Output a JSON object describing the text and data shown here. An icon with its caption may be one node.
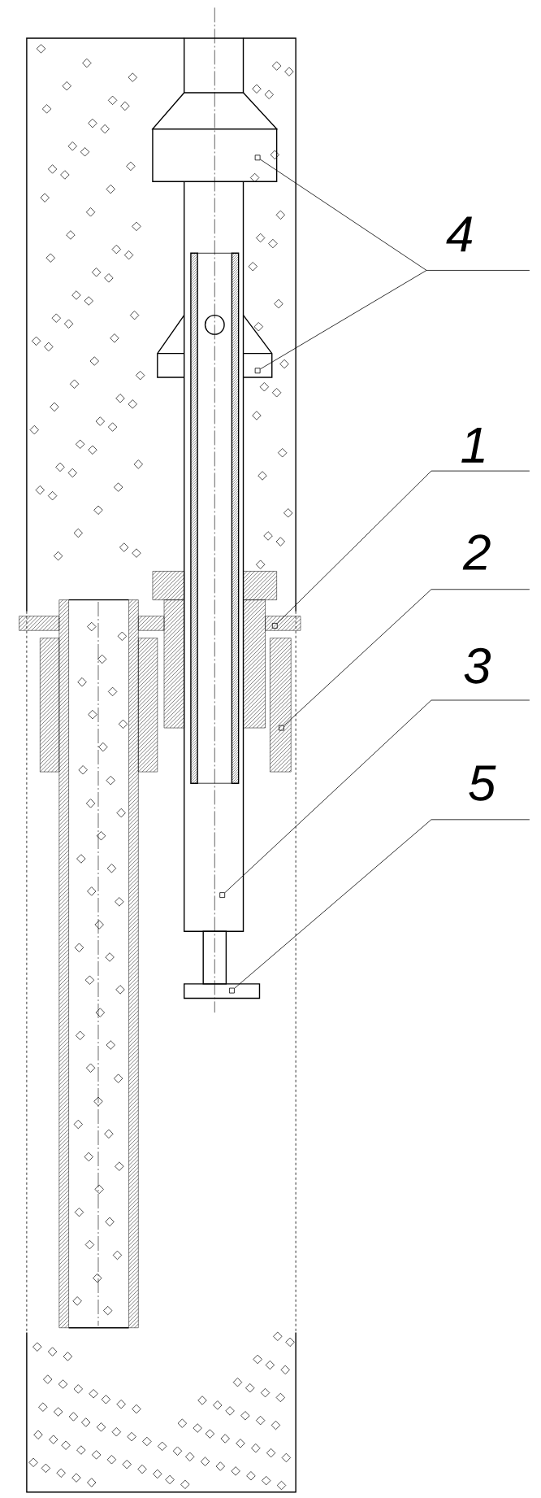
{
  "diagram": {
    "nodes": [
      {
        "text": [
          "4"
        ]
      },
      {
        "text": [
          "1"
        ]
      },
      {
        "text": [
          "2"
        ]
      },
      {
        "text": [
          "3"
        ]
      },
      {
        "text": [
          "5"
        ]
      },
      {
        "text": [],
        "shape": "box"
      },
      {
        "text": [],
        "shape": "box"
      },
      {
        "text": [],
        "shape": "box"
      },
      {
        "text": [],
        "shape": "box"
      },
      {
        "text": [],
        "shape": "box"
      },
      {
        "text": [],
        "shape": "box"
      }
    ],
    "edges": [
      {
        "from": 0,
        "to": 5,
        "arrow": "none"
      },
      {
        "from": 0,
        "to": 6,
        "arrow": "none"
      },
      {
        "from": 1,
        "to": 7,
        "arrow": "none"
      },
      {
        "from": 2,
        "to": 8,
        "arrow": "none"
      },
      {
        "from": 3,
        "to": 9,
        "arrow": "none"
      },
      {
        "from": 4,
        "to": 10,
        "arrow": "none"
      }
    ]
  }
}
